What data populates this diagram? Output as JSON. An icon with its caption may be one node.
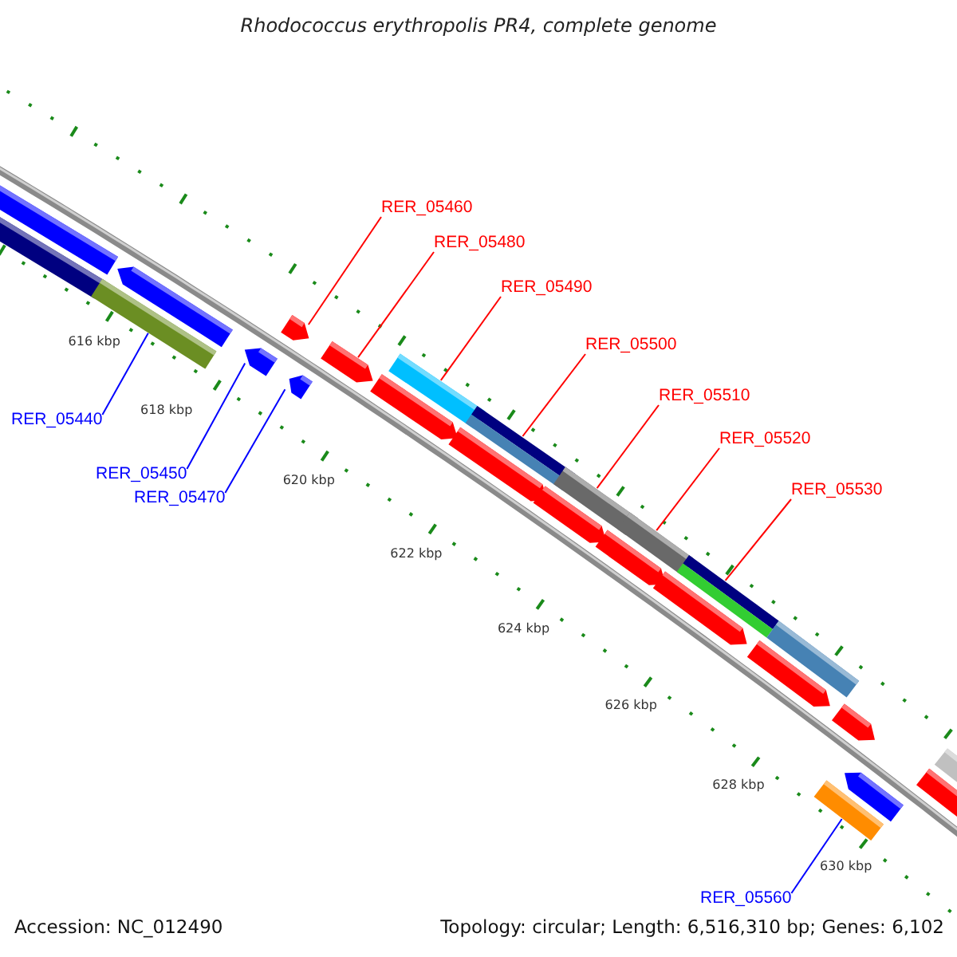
{
  "diagram": {
    "title": "Rhodococcus erythropolis PR4, complete genome",
    "nodes": [
      {
        "text": [
          "RER_05460"
        ]
      },
      {
        "text": [
          "RER_05480"
        ]
      },
      {
        "text": [
          "RER_05490"
        ]
      },
      {
        "text": [
          "RER_05500"
        ]
      },
      {
        "text": [
          "RER_05510"
        ]
      },
      {
        "text": [
          "RER_05440"
        ]
      },
      {
        "text": [
          "RER_05520"
        ]
      },
      {
        "text": [
          "RER_05450"
        ]
      },
      {
        "text": [
          "RER_05530"
        ]
      },
      {
        "text": [
          "RER_05470"
        ]
      },
      {
        "text": [
          "RER_05560"
        ]
      },
      {
        "text": [],
        "shape": "bar"
      },
      {
        "text": [],
        "shape": "bar"
      },
      {
        "text": [],
        "shape": "bar"
      },
      {
        "text": [],
        "shape": "bar"
      },
      {
        "text": [],
        "shape": "bar"
      },
      {
        "text": [],
        "shape": "bar"
      },
      {
        "text": [],
        "shape": "bar"
      },
      {
        "text": [],
        "shape": "bar"
      },
      {
        "text": [],
        "shape": "bar"
      },
      {
        "text": [],
        "shape": "bar"
      },
      {
        "text": [],
        "shape": "bar"
      }
    ],
    "edges": [
      {
        "from": 0,
        "to": 13,
        "arrow": "none"
      },
      {
        "from": 1,
        "to": 15,
        "arrow": "none"
      },
      {
        "from": 2,
        "to": 16,
        "arrow": "none"
      },
      {
        "from": 3,
        "to": 17,
        "arrow": "none"
      },
      {
        "from": 4,
        "to": 18,
        "arrow": "none"
      },
      {
        "from": 5,
        "to": 11,
        "arrow": "none",
        "color": "#0000ff"
      },
      {
        "from": 6,
        "to": 19,
        "arrow": "none"
      },
      {
        "from": 7,
        "to": 12,
        "arrow": "none",
        "color": "#0000ff"
      },
      {
        "from": 8,
        "to": 20,
        "arrow": "none"
      },
      {
        "from": 9,
        "to": 14,
        "arrow": "none",
        "color": "#0000ff"
      },
      {
        "from": 10,
        "to": 21,
        "arrow": "none",
        "color": "#0000ff"
      }
    ],
    "labels": [
      "616 kbp",
      "618 kbp",
      "620 kbp",
      "622 kbp",
      "624 kbp",
      "626 kbp",
      "628 kbp",
      "630 kbp",
      "Accession: NC_012490",
      "Topology: circular; Length: 6,516,310 bp; Genes: 6,102"
    ]
  }
}
